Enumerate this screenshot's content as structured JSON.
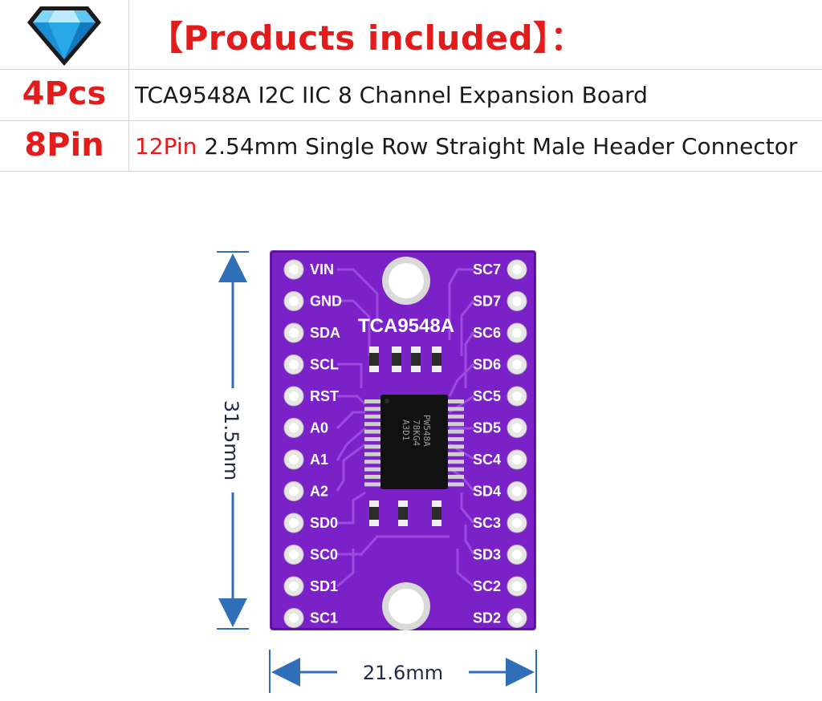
{
  "header": {
    "title": "【Products included】：",
    "rows": [
      {
        "qty": "4Pcs",
        "desc_accent": "",
        "desc": "TCA9548A I2C IIC 8 Channel Expansion Board"
      },
      {
        "qty": "8Pin",
        "desc_accent": "12Pin",
        "desc": " 2.54mm Single Row Straight Male Header Connector"
      }
    ]
  },
  "board": {
    "name": "TCA9548A",
    "chip_lines": [
      "PW548A",
      "78KG4",
      "A3D1"
    ],
    "left_pins": [
      "VIN",
      "GND",
      "SDA",
      "SCL",
      "RST",
      "A0",
      "A1",
      "A2",
      "SD0",
      "SC0",
      "SD1",
      "SC1"
    ],
    "right_pins": [
      "SC7",
      "SD7",
      "SC6",
      "SD6",
      "SC5",
      "SD5",
      "SC4",
      "SD4",
      "SC3",
      "SD3",
      "SC2",
      "SD2"
    ],
    "height_label": "31.5mm",
    "width_label": "21.6mm"
  },
  "colors": {
    "accent_red": "#e31b1b",
    "board_purple": "#7a22c8",
    "dimension_blue": "#2f6fb7",
    "gem_blue": "#29a8e8"
  },
  "icons": {
    "header_icon": "diamond-icon"
  }
}
